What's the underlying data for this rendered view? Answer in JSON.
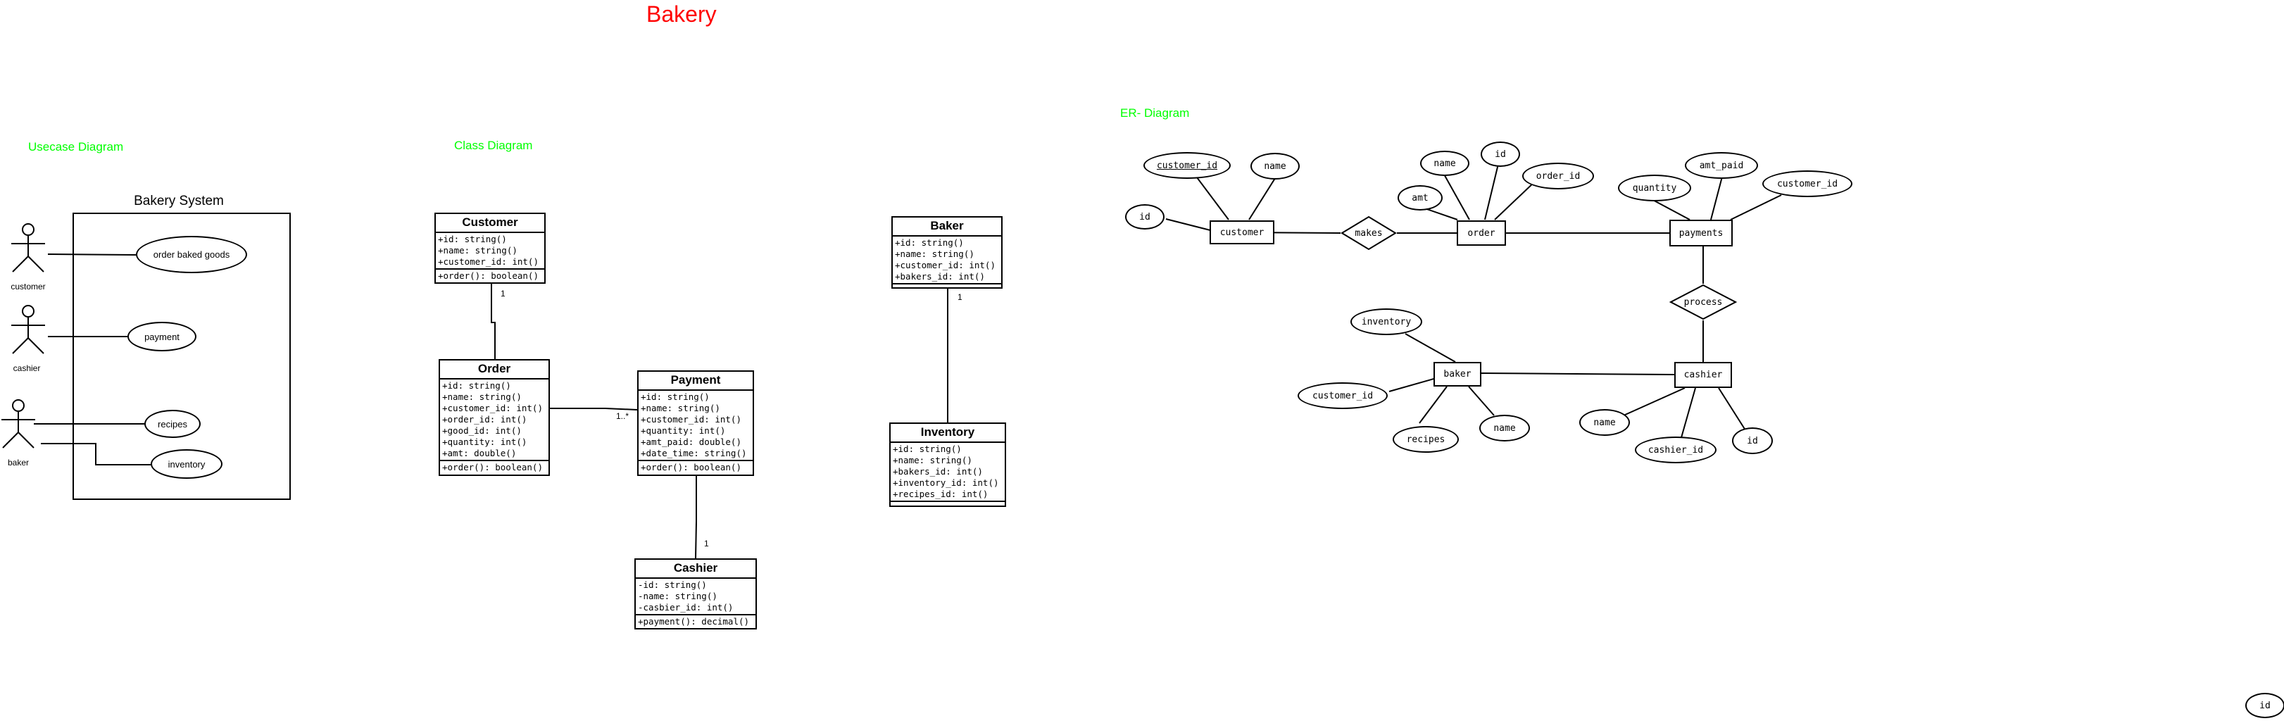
{
  "title": "Bakery",
  "usecase": {
    "section_title": "Usecase Diagram",
    "system_name": "Bakery System",
    "actors": [
      "customer",
      "cashier",
      "baker"
    ],
    "usecases": [
      "order baked goods",
      "payment",
      "recipes",
      "inventory"
    ]
  },
  "class_diagram": {
    "section_title": "Class Diagram",
    "classes": {
      "customer": {
        "name": "Customer",
        "attributes": [
          "+id: string()",
          "+name: string()",
          "+customer_id: int()"
        ],
        "methods": [
          "+order(): boolean()"
        ]
      },
      "order": {
        "name": "Order",
        "attributes": [
          "+id: string()",
          "+name: string()",
          "+customer_id: int()",
          "+order_id: int()",
          "+good_id: int()",
          "+quantity: int()",
          "+amt: double()"
        ],
        "methods": [
          "+order(): boolean()"
        ]
      },
      "payment": {
        "name": "Payment",
        "attributes": [
          "+id: string()",
          "+name: string()",
          "+customer_id: int()",
          "+quantity: int()",
          "+amt_paid: double()",
          "+date_time: string()"
        ],
        "methods": [
          "+order(): boolean()"
        ]
      },
      "cashier": {
        "name": "Cashier",
        "attributes": [
          "-id: string()",
          "-name: string()",
          "-casbier_id: int()"
        ],
        "methods": [
          "+payment(): decimal()"
        ]
      },
      "baker": {
        "name": "Baker",
        "attributes": [
          "+id: string()",
          "+name: string()",
          "+customer_id: int()",
          "+bakers_id: int()"
        ],
        "methods": []
      },
      "inventory": {
        "name": "Inventory",
        "attributes": [
          "+id: string()",
          "+name: string()",
          "+bakers_id: int()",
          "+inventory_id: int()",
          "+recipes_id: int()"
        ],
        "methods": []
      }
    },
    "multiplicities": {
      "customer_order": "1",
      "order_payment": "1..*",
      "payment_cashier": "1",
      "baker_inventory": "1"
    }
  },
  "er_diagram": {
    "section_title": "ER- Diagram",
    "entities": {
      "customer": "customer",
      "order": "order",
      "payments": "payments",
      "baker": "baker",
      "cashier": "cashier"
    },
    "relationships": {
      "makes": "makes",
      "process": "process"
    },
    "attributes": {
      "customer_id": "customer_id",
      "customer_name": "name",
      "customer_key": "id",
      "order_name": "name",
      "order_key": "id",
      "order_amt": "amt",
      "order_order_id": "order_id",
      "pay_quantity": "quantity",
      "pay_amt_paid": "amt_paid",
      "pay_customer_id": "customer_id",
      "baker_inventory": "inventory",
      "baker_customer_id": "customer_id",
      "baker_recipes": "recipes",
      "baker_name": "name",
      "cashier_name": "name",
      "cashier_cashier_id": "cashier_id",
      "cashier_key": "id",
      "stray_id": "id"
    }
  }
}
